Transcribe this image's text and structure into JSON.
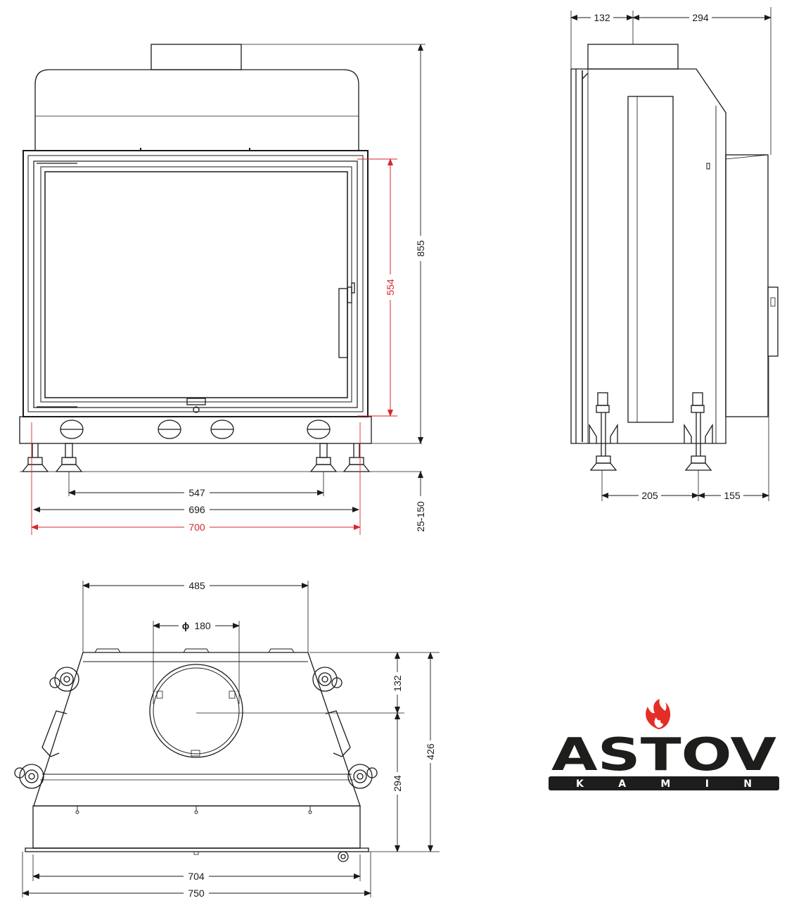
{
  "front_view": {
    "height_total": "855",
    "glass_height": "554",
    "leg_spacing": "547",
    "body_width": "696",
    "overall_width": "700",
    "leg_adjust": "25-150"
  },
  "side_view": {
    "top_offset": "132",
    "top_depth": "294",
    "leg_spacing": "205",
    "rear_offset": "155"
  },
  "top_view": {
    "collar_width": "485",
    "flue_diameter_symbol": "ϕ",
    "flue_diameter": "180",
    "flue_offset": "132",
    "rear_depth": "294",
    "total_depth": "426",
    "inner_width": "704",
    "outer_width": "750"
  },
  "logo": {
    "brand": "ASTOV",
    "sub": "K A M I N",
    "colors": {
      "flame": "#e52d27",
      "text": "#1d1d1b"
    }
  },
  "colors": {
    "line": "#1a1a1a",
    "highlight": "#d7262e"
  }
}
